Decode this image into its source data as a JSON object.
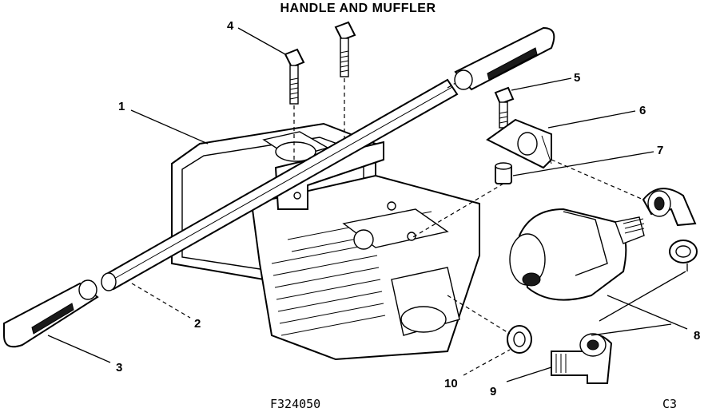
{
  "title": "HANDLE AND MUFFLER",
  "drawing_number": "F324050",
  "sheet_code": "C3",
  "callouts": [
    {
      "label": "1"
    },
    {
      "label": "2"
    },
    {
      "label": "3"
    },
    {
      "label": "4"
    },
    {
      "label": "5"
    },
    {
      "label": "6"
    },
    {
      "label": "7"
    },
    {
      "label": "8"
    },
    {
      "label": "9"
    },
    {
      "label": "10"
    }
  ]
}
